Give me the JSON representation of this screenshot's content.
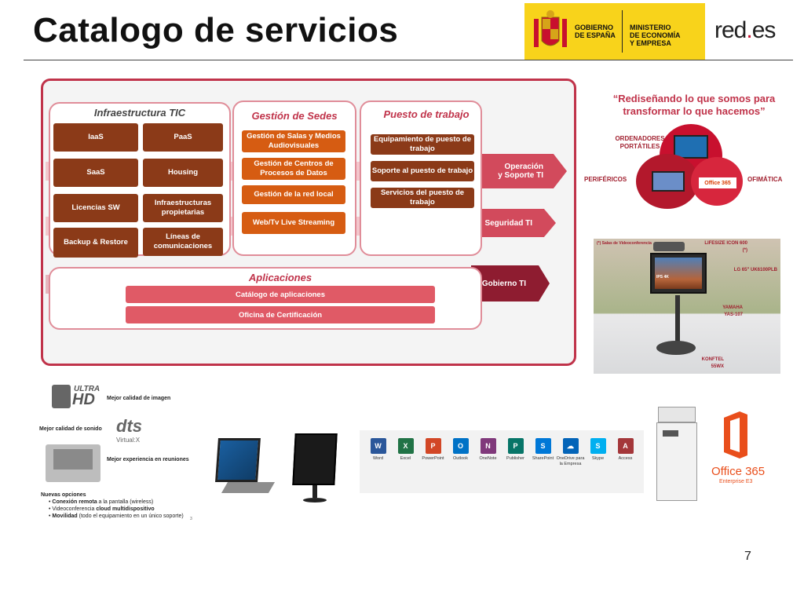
{
  "slide": {
    "title": "Catalogo de servicios",
    "page_number": "7",
    "footnote_mark": "3"
  },
  "header": {
    "gov_lines": [
      "GOBIERNO",
      "DE ESPAÑA"
    ],
    "ministry_lines": [
      "MINISTERIO",
      "DE ECONOMÍA",
      "Y EMPRESA"
    ],
    "redes_a": "red",
    "redes_dot": ".",
    "redes_b": "es"
  },
  "arrows": {
    "operacion_line1": "Operación",
    "operacion_line2": "y Soporte TI",
    "seguridad": "Seguridad TI",
    "gobierno": "Gobierno TI"
  },
  "infra": {
    "title": "Infraestructura TIC",
    "items": [
      "IaaS",
      "PaaS",
      "SaaS",
      "Housing",
      "Licencias SW",
      "Infraestructuras propietarias",
      "Backup & Restore",
      "Líneas de comunicaciones"
    ]
  },
  "sedes": {
    "title": "Gestión de Sedes",
    "items": [
      "Gestión de Salas y Medios Audiovisuales",
      "Gestión de Centros de Procesos de Datos",
      "Gestión de la red local",
      "Web/Tv Live Streaming"
    ]
  },
  "puesto": {
    "title": "Puesto de trabajo",
    "items": [
      "Equipamiento de puesto de trabajo",
      "Soporte al puesto de trabajo",
      "Servicios del puesto de trabajo"
    ]
  },
  "aplicaciones": {
    "title": "Aplicaciones",
    "items": [
      "Catálogo de aplicaciones",
      "Oficina de Certificación"
    ]
  },
  "right_panel": {
    "quote": "“Rediseñando lo que somos para transformar lo que hacemos”",
    "circle_labels": {
      "top": "ORDENADORES PORTÁTILES",
      "left": "PERIFÉRICOS",
      "right": "OFIMÁTICA",
      "office_badge": "Office 365"
    },
    "photo_labels": {
      "header": "(*) Salas de Videoconferencia",
      "lifesize": "LIFESIZE ICON 600 (*)",
      "lg": "LG 65\" UK6100PLB",
      "yamaha": "YAMAHA YAS-107",
      "konftel": "KONFTEL 55WX",
      "screen": "IPS 4K"
    }
  },
  "bottom_left": {
    "ultra": "ULTRA",
    "hd": "HD",
    "dts": "dts",
    "dts_sub": "Virtual:X",
    "best_image": "Mejor calidad de imagen",
    "best_sound": "Mejor calidad de sonido",
    "best_meetings": "Mejor experiencia en reuniones",
    "new_options_title": "Nuevas opciones",
    "options": [
      {
        "bold": "Conexión remota",
        "rest": " a la pantalla (wireless)"
      },
      {
        "pre": "Videoconferencia ",
        "bold": "cloud multidispositivo",
        "rest": ""
      },
      {
        "bold": "Movilidad",
        "rest": " (todo el equipamiento en un único soporte)"
      }
    ]
  },
  "apps": [
    {
      "name": "Word",
      "letter": "W",
      "color": "#2b579a"
    },
    {
      "name": "Excel",
      "letter": "X",
      "color": "#217346"
    },
    {
      "name": "PowerPoint",
      "letter": "P",
      "color": "#d24726"
    },
    {
      "name": "Outlook",
      "letter": "O",
      "color": "#0072c6"
    },
    {
      "name": "OneNote",
      "letter": "N",
      "color": "#80397b"
    },
    {
      "name": "Publisher",
      "letter": "P",
      "color": "#077568"
    },
    {
      "name": "SharePoint",
      "letter": "S",
      "color": "#0078d7"
    },
    {
      "name": "OneDrive para la Empresa",
      "letter": "☁",
      "color": "#0364b8"
    },
    {
      "name": "Skype",
      "letter": "S",
      "color": "#00aff0"
    },
    {
      "name": "Access",
      "letter": "A",
      "color": "#a4373a"
    }
  ],
  "office365": {
    "name": "Office 365",
    "edition": "Enterprise E3"
  },
  "colors": {
    "accent": "#c0334a",
    "dark_red": "#8e1c30",
    "brown": "#8b3a18",
    "orange": "#d65c12",
    "gov_yellow": "#f8d31b"
  }
}
